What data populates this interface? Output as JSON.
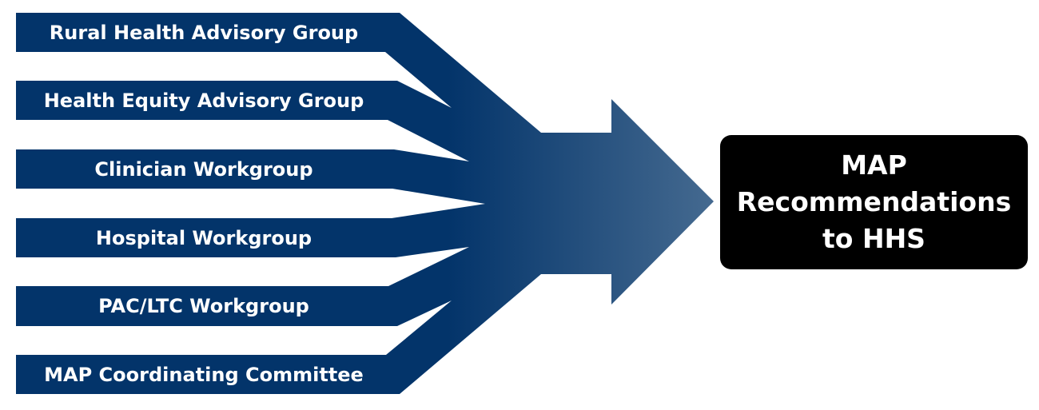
{
  "inputs": [
    {
      "label": "Rural Health Advisory Group"
    },
    {
      "label": "Health Equity Advisory Group"
    },
    {
      "label": "Clinician Workgroup"
    },
    {
      "label": "Hospital Workgroup"
    },
    {
      "label": "PAC/LTC Workgroup"
    },
    {
      "label": "MAP Coordinating Committee"
    }
  ],
  "output": {
    "lines": [
      "MAP",
      "Recommendations",
      "to HHS"
    ]
  },
  "colors": {
    "band": "#03346a",
    "arrow_tip": "#456a90",
    "box": "#000000",
    "text": "#ffffff"
  }
}
